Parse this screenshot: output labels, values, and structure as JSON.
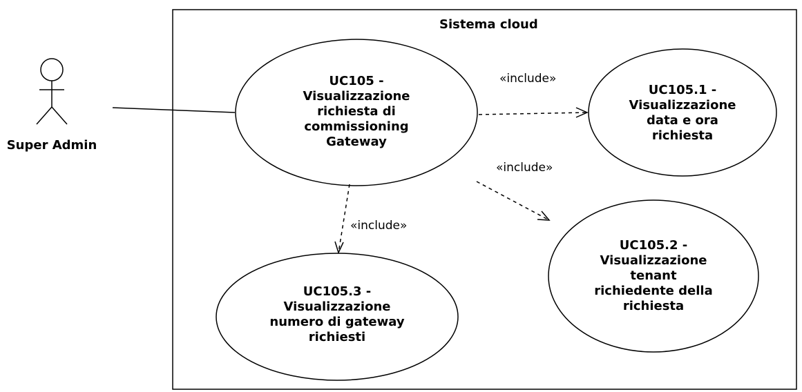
{
  "system": {
    "title": "Sistema cloud"
  },
  "actor": {
    "name": "Super Admin",
    "icon": "stick-figure-actor-icon"
  },
  "use_cases": [
    {
      "id": "uc105",
      "label": "UC105 -\nVisualizzazione\nrichiesta di\ncommissioning\nGateway"
    },
    {
      "id": "uc105_1",
      "label": "UC105.1 -\nVisualizzazione\ndata e ora\nrichiesta"
    },
    {
      "id": "uc105_2",
      "label": "UC105.2 -\nVisualizzazione\ntenant\nrichiedente della\nrichiesta"
    },
    {
      "id": "uc105_3",
      "label": "UC105.3 -\nVisualizzazione\nnumero di gateway\nrichiesti"
    }
  ],
  "relations": [
    {
      "from": "uc105",
      "to": "uc105_1",
      "stereotype": "«include»"
    },
    {
      "from": "uc105",
      "to": "uc105_2",
      "stereotype": "«include»"
    },
    {
      "from": "uc105",
      "to": "uc105_3",
      "stereotype": "«include»"
    }
  ]
}
